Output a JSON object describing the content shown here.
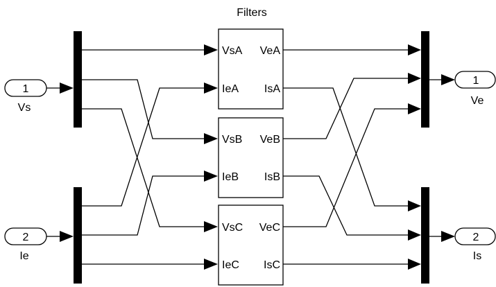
{
  "diagram": {
    "title": "Filters",
    "inports": [
      {
        "number": "1",
        "name": "Vs"
      },
      {
        "number": "2",
        "name": "Ie"
      }
    ],
    "outports": [
      {
        "number": "1",
        "name": "Ve"
      },
      {
        "number": "2",
        "name": "Is"
      }
    ],
    "blocks": [
      {
        "in1": "VsA",
        "in2": "IeA",
        "out1": "VeA",
        "out2": "IsA"
      },
      {
        "in1": "VsB",
        "in2": "IeB",
        "out1": "VeB",
        "out2": "IsB"
      },
      {
        "in1": "VsC",
        "in2": "IeC",
        "out1": "VeC",
        "out2": "IsC"
      }
    ]
  }
}
